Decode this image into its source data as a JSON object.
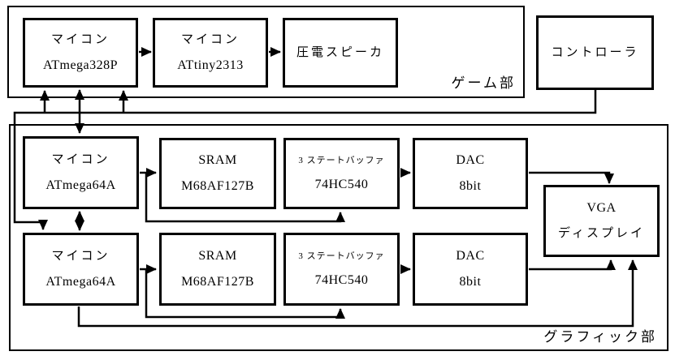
{
  "sections": {
    "game": {
      "label": "ゲーム部"
    },
    "graphics": {
      "label": "グラフィック部"
    }
  },
  "boxes": {
    "mcu_main": {
      "line1": "マイコン",
      "line2": "ATmega328P"
    },
    "mcu_sound": {
      "line1": "マイコン",
      "line2": "ATtiny2313"
    },
    "speaker": {
      "line1": "圧電スピーカ"
    },
    "controller": {
      "line1": "コントローラ"
    },
    "gfx_mcu_1": {
      "line1": "マイコン",
      "line2": "ATmega64A"
    },
    "sram_1": {
      "line1": "SRAM",
      "line2": "M68AF127B"
    },
    "buffer_1": {
      "line1": "3 ステートバッファ",
      "line2": "74HC540"
    },
    "dac_1": {
      "line1": "DAC",
      "line2": "8bit"
    },
    "gfx_mcu_2": {
      "line1": "マイコン",
      "line2": "ATmega64A"
    },
    "sram_2": {
      "line1": "SRAM",
      "line2": "M68AF127B"
    },
    "buffer_2": {
      "line1": "3 ステートバッファ",
      "line2": "74HC540"
    },
    "dac_2": {
      "line1": "DAC",
      "line2": "8bit"
    },
    "vga": {
      "line1": "VGA",
      "line2": "ディスプレイ"
    }
  },
  "colors": {
    "line": "#000000",
    "background": "#ffffff"
  }
}
